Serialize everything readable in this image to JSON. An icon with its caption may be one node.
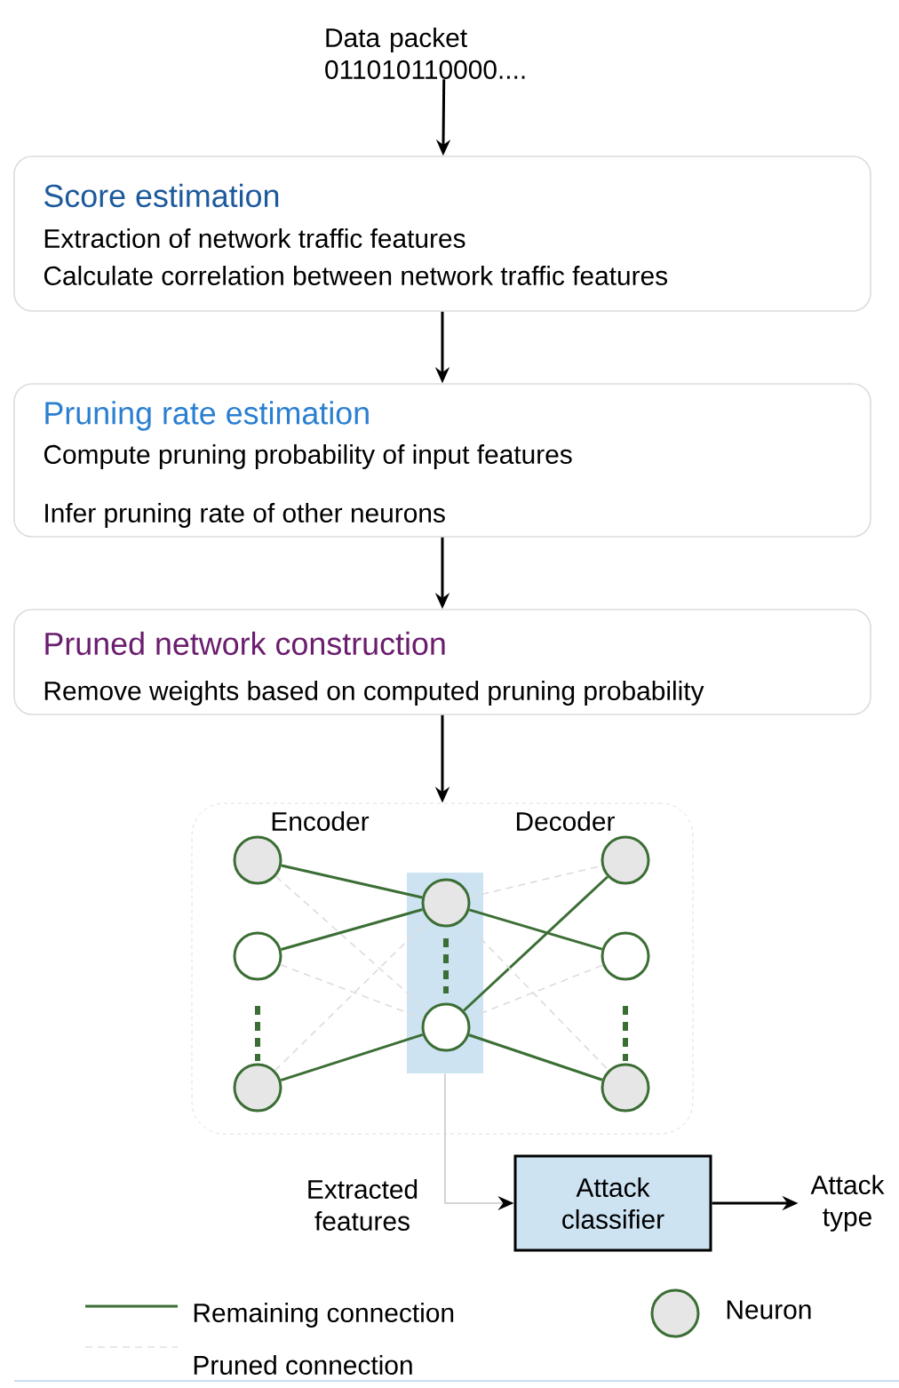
{
  "diagram": {
    "nodes": [
      {
        "text": [
          "Data packet 011010110000...."
        ]
      },
      {
        "text": [
          "Score estimation",
          "Extraction of network traffic features",
          "Calculate correlation between network traffic features"
        ]
      },
      {
        "text": [
          "Pruning rate estimation",
          "Compute pruning probability of input features",
          "Infer pruning rate of other neurons"
        ]
      },
      {
        "text": [
          "Pruned network construction",
          "Remove weights based on computed pruning probability"
        ]
      },
      {
        "text": [
          "Encoder",
          "Decoder"
        ]
      },
      {
        "text": [],
        "shape": "box",
        "in": 4
      },
      {
        "text": [],
        "shape": "circle",
        "in": 4
      },
      {
        "text": [],
        "shape": "circle",
        "in": 4
      },
      {
        "text": [],
        "shape": "circle",
        "in": 4
      },
      {
        "text": [],
        "shape": "circle",
        "in": 5
      },
      {
        "text": [],
        "shape": "circle",
        "in": 5
      },
      {
        "text": [],
        "shape": "circle",
        "in": 4
      },
      {
        "text": [],
        "shape": "circle",
        "in": 4
      },
      {
        "text": [],
        "shape": "circle",
        "in": 4
      },
      {
        "text": [
          "Attack classifier"
        ]
      },
      {
        "text": [
          "Attack type"
        ]
      }
    ],
    "edges": [
      {
        "from": 0,
        "to": 1,
        "arrow": "to",
        "color": "#000000"
      },
      {
        "from": 1,
        "to": 2,
        "arrow": "to",
        "color": "#000000"
      },
      {
        "from": 2,
        "to": 3,
        "arrow": "to",
        "color": "#000000"
      },
      {
        "from": 3,
        "to": 4,
        "arrow": "to",
        "color": "#000000"
      },
      {
        "from": 6,
        "to": 9,
        "arrow": "none",
        "color": "#3b6e34"
      },
      {
        "from": 7,
        "to": 9,
        "arrow": "none",
        "color": "#3b6e34"
      },
      {
        "from": 8,
        "to": 10,
        "arrow": "none",
        "color": "#3b6e34"
      },
      {
        "from": 9,
        "to": 12,
        "arrow": "none",
        "color": "#3b6e34"
      },
      {
        "from": 10,
        "to": 11,
        "arrow": "none",
        "color": "#3b6e34"
      },
      {
        "from": 10,
        "to": 13,
        "arrow": "none",
        "color": "#3b6e34"
      },
      {
        "from": 6,
        "to": 10,
        "arrow": "none",
        "style": "dashed",
        "color": "#dcdcdc"
      },
      {
        "from": 7,
        "to": 10,
        "arrow": "none",
        "style": "dashed",
        "color": "#dcdcdc"
      },
      {
        "from": 8,
        "to": 9,
        "arrow": "none",
        "style": "dashed",
        "color": "#dcdcdc"
      },
      {
        "from": 9,
        "to": 11,
        "arrow": "none",
        "style": "dashed",
        "color": "#dcdcdc"
      },
      {
        "from": 9,
        "to": 13,
        "arrow": "none",
        "style": "dashed",
        "color": "#dcdcdc"
      },
      {
        "from": 10,
        "to": 12,
        "arrow": "none",
        "style": "dashed",
        "color": "#dcdcdc"
      },
      {
        "from": 5,
        "to": 14,
        "arrow": "to",
        "label": "Extracted features",
        "color": "#c8c8c8"
      },
      {
        "from": 14,
        "to": 15,
        "arrow": "to",
        "color": "#000000"
      }
    ],
    "legend": [
      {
        "text": "Remaining connection"
      },
      {
        "text": "Pruned connection"
      },
      {
        "text": "Neuron"
      }
    ]
  }
}
